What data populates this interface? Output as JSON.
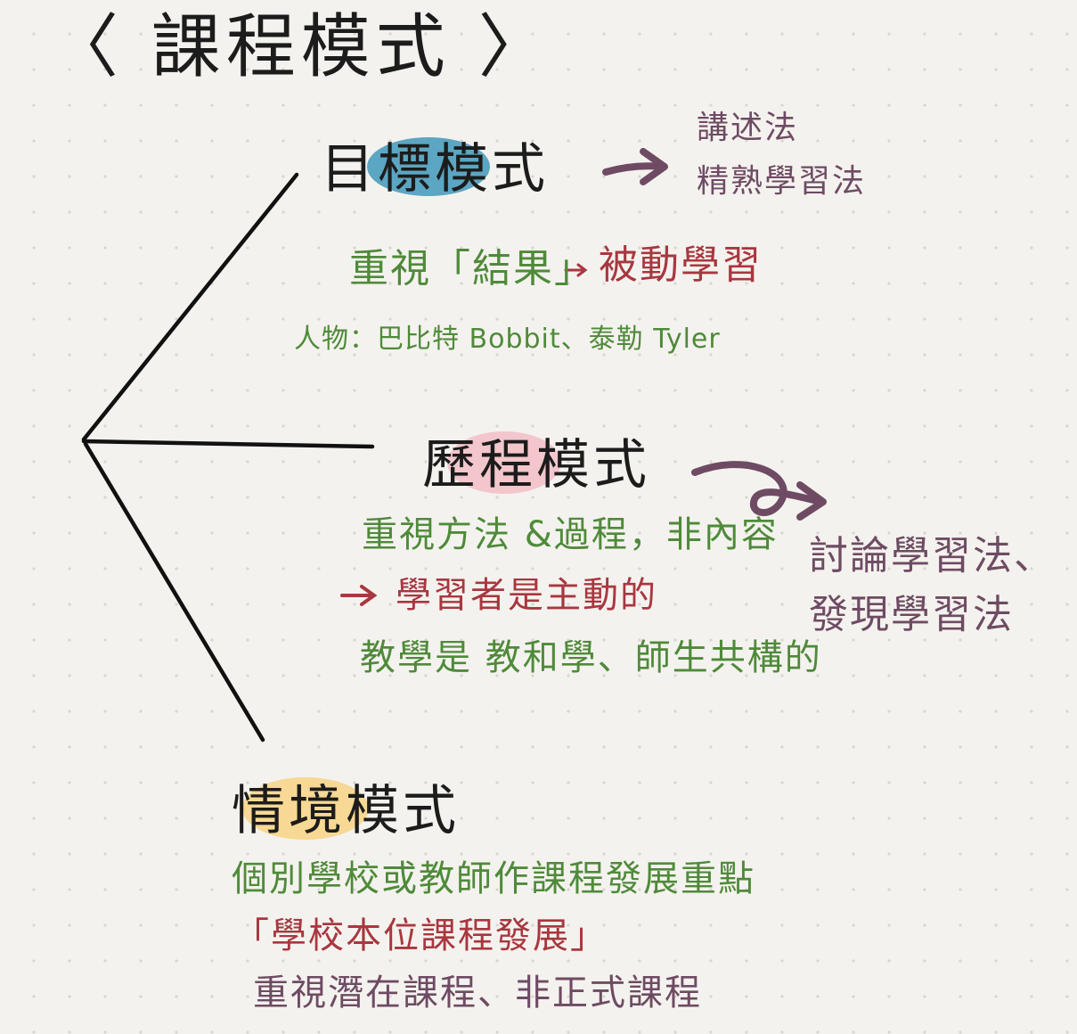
{
  "title": "〈 課程模式 〉",
  "colors": {
    "ink": "#1c1c1c",
    "green": "#4f8a3a",
    "red": "#a8373f",
    "plum": "#6e4b63",
    "highlight_blue": "#5ba6c2",
    "highlight_pink": "#f3c6cc",
    "highlight_yellow": "#f7d894"
  },
  "objective_mode": {
    "label": "目標模式",
    "methods": [
      "講述法",
      "精熟學習法"
    ],
    "focus": "重視「結果」",
    "result": "被動學習",
    "people": "人物：巴比特 Bobbit、泰勒 Tyler"
  },
  "process_mode": {
    "label": "歷程模式",
    "focus": "重視方法 &過程，非內容",
    "learner": "學習者是主動的",
    "teaching": "教學是 教和學、師生共構的",
    "methods": [
      "討論學習法、",
      "發現學習法"
    ]
  },
  "situational_mode": {
    "label": "情境模式",
    "line1": "個別學校或教師作課程發展重點",
    "line2": "「學校本位課程發展」",
    "line3": "重視潛在課程、非正式課程"
  }
}
